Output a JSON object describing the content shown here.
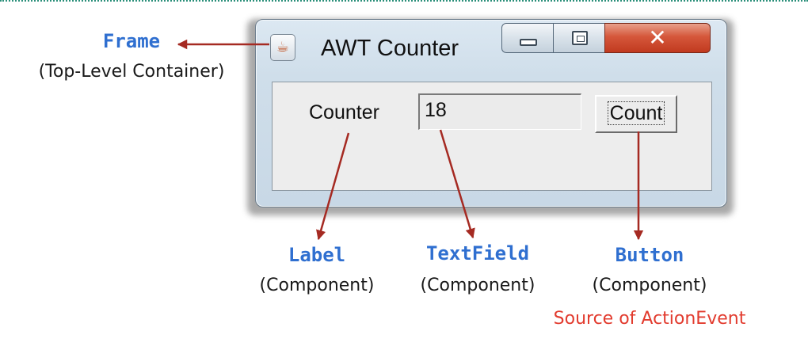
{
  "window": {
    "title": "AWT Counter",
    "app_icon": "java-cup-icon",
    "controls": [
      "minimize-icon",
      "maximize-icon",
      "close-icon"
    ],
    "close_glyph": "✕",
    "label_text": "Counter",
    "textfield_value": "18",
    "button_label": "Count"
  },
  "annotations": {
    "frame": {
      "name": "Frame",
      "desc": "(Top-Level Container)"
    },
    "label": {
      "name": "Label",
      "desc": "(Component)"
    },
    "textfield": {
      "name": "TextField",
      "desc": "(Component)"
    },
    "button": {
      "name": "Button",
      "desc": "(Component)",
      "note": "Source of ActionEvent"
    }
  },
  "colors": {
    "code_label": "#2f6fd0",
    "arrow": "#a52a22",
    "event_note": "#e23b2e"
  }
}
